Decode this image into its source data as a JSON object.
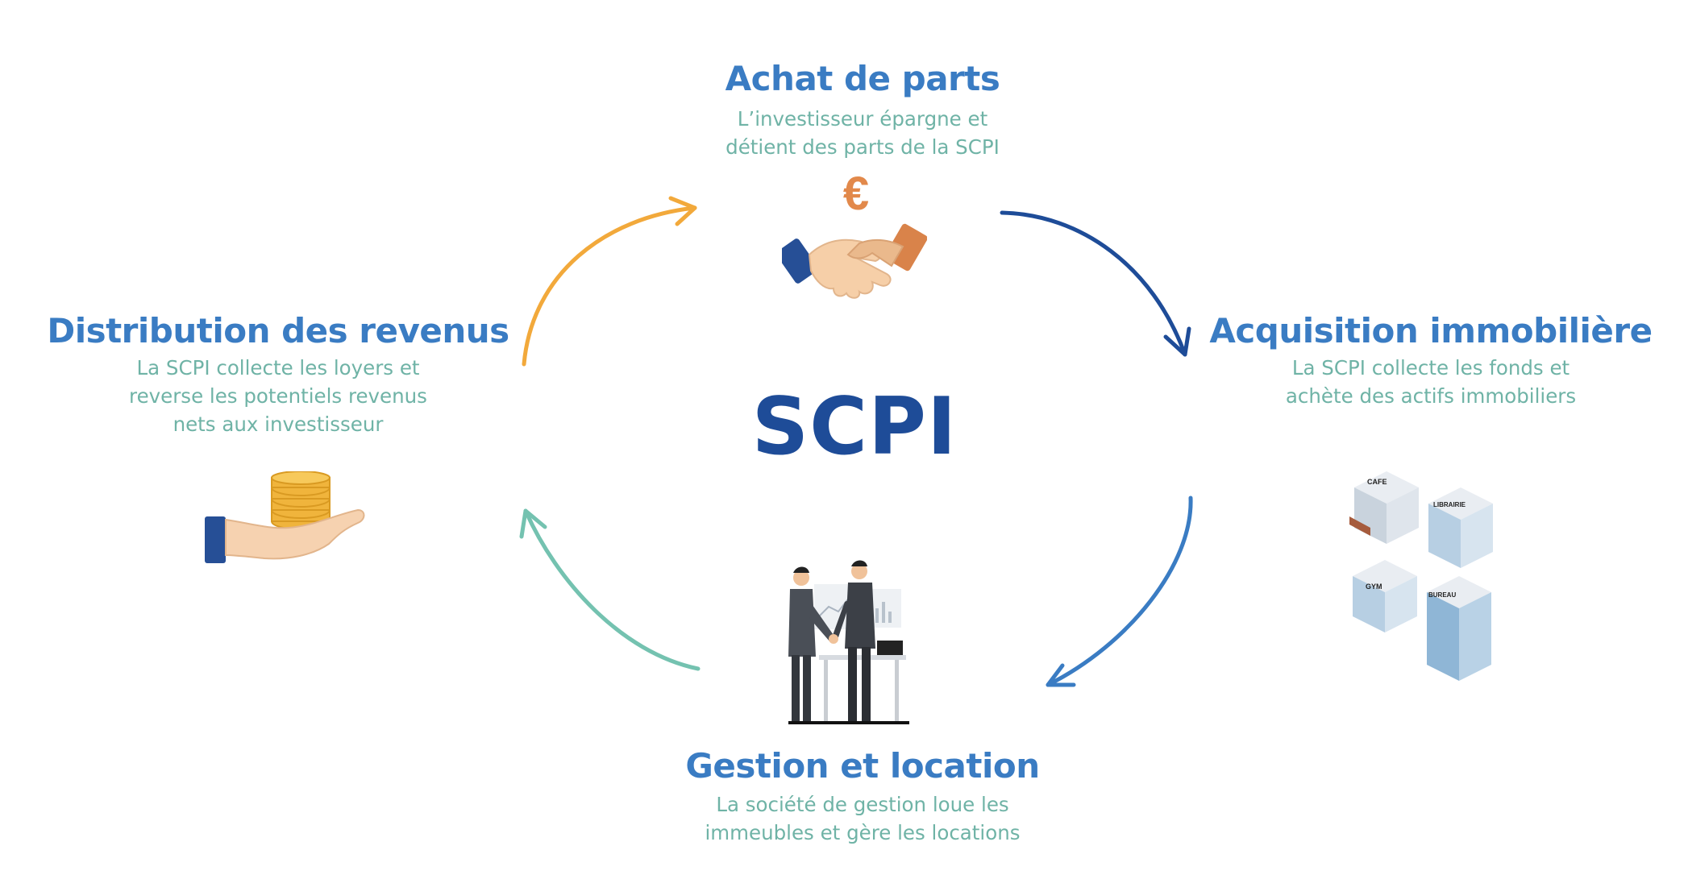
{
  "center": {
    "label": "SCPI"
  },
  "steps": {
    "achat": {
      "title": "Achat de parts",
      "description": [
        "L’investisseur épargne et",
        "détient des parts de la SCPI"
      ]
    },
    "acquisition": {
      "title": "Acquisition immobilière",
      "description": [
        "La SCPI collecte les fonds et",
        "achète des actifs  immobiliers"
      ]
    },
    "gestion": {
      "title": "Gestion et location",
      "description": [
        "La société de gestion loue les",
        "immeubles et gère les locations"
      ]
    },
    "distribution": {
      "title": "Distribution des revenus",
      "description": [
        "La SCPI collecte les loyers et",
        "reverse les potentiels revenus",
        "nets aux investisseur"
      ]
    }
  },
  "illustrations": {
    "achat_symbol": "€",
    "building_signs": [
      "CAFE",
      "LIBRAIRIE",
      "GYM",
      "BUREAU"
    ]
  },
  "colors": {
    "title": "#3a7cc3",
    "description": "#6fb3a6",
    "center": "#1e4c98",
    "arrow_top_right": "#1e4c98",
    "arrow_bottom_right": "#3a7cc3",
    "arrow_bottom_left": "#74c2b0",
    "arrow_top_left": "#f2a93b"
  }
}
